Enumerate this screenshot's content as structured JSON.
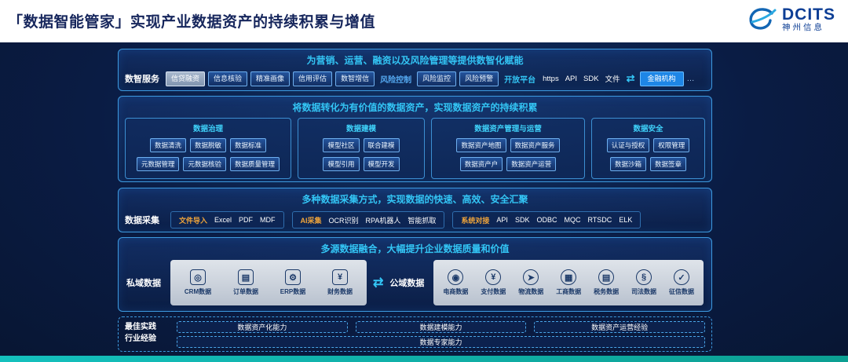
{
  "header": {
    "title": "「数据智能管家」实现产业数据资产的持续积累与增值",
    "logo": {
      "brand": "DCITS",
      "company": "神州信息"
    }
  },
  "service": {
    "title": "为营销、运营、融资以及风险管理等提供数智化赋能",
    "label": "数智服务",
    "buttons": [
      "信贷融资",
      "信息核验",
      "精准画像",
      "信用评估",
      "数智增信"
    ],
    "risk": {
      "label": "风险控制",
      "buttons": [
        "风险监控",
        "风险预警"
      ]
    },
    "platform": {
      "label": "开放平台",
      "channels": [
        "https",
        "API",
        "SDK",
        "文件"
      ],
      "arrow": "⇄",
      "target": "金融机构",
      "more": "…"
    }
  },
  "asset": {
    "title": "将数据转化为有价值的数据资产，实现数据资产的持续积累",
    "panels": [
      {
        "title": "数据治理",
        "rows": [
          [
            "数据清洗",
            "数据脱敏",
            "数据标准"
          ],
          [
            "元数据管理",
            "元数据核验",
            "数据质量管理"
          ]
        ]
      },
      {
        "title": "数据建模",
        "rows": [
          [
            "模型社区",
            "联合建模"
          ],
          [
            "模型引用",
            "模型开发"
          ]
        ]
      },
      {
        "title": "数据资产管理与运营",
        "rows": [
          [
            "数据资产地图",
            "数据资产服务"
          ],
          [
            "数据资产户",
            "数据资产运营"
          ]
        ]
      },
      {
        "title": "数据安全",
        "rows": [
          [
            "认证与授权",
            "权限管理"
          ],
          [
            "数据沙箱",
            "数据签章"
          ]
        ]
      }
    ]
  },
  "collect": {
    "title": "多种数据采集方式，实现数据的快速、高效、安全汇聚",
    "label": "数据采集",
    "groups": [
      {
        "lead": "文件导入",
        "items": [
          "Excel",
          "PDF",
          "MDF"
        ]
      },
      {
        "lead": "AI采集",
        "items": [
          "OCR识别",
          "RPA机器人",
          "智能抓取"
        ]
      },
      {
        "lead": "系统对接",
        "items": [
          "API",
          "SDK",
          "ODBC",
          "MQC",
          "RTSDC",
          "ELK"
        ]
      }
    ]
  },
  "fusion": {
    "title": "多源数据融合，大幅提升企业数据质量和价值",
    "link_arrow": "⇄",
    "private": {
      "label": "私域数据",
      "items": [
        {
          "name": "CRM数据",
          "glyph": "◎"
        },
        {
          "name": "订单数据",
          "glyph": "▤"
        },
        {
          "name": "ERP数据",
          "glyph": "⚙"
        },
        {
          "name": "财务数据",
          "glyph": "¥"
        }
      ]
    },
    "public": {
      "label": "公域数据",
      "items": [
        {
          "name": "电商数据",
          "glyph": "◉"
        },
        {
          "name": "支付数据",
          "glyph": "¥"
        },
        {
          "name": "物流数据",
          "glyph": "➤"
        },
        {
          "name": "工商数据",
          "glyph": "▦"
        },
        {
          "name": "税务数据",
          "glyph": "▤"
        },
        {
          "name": "司法数据",
          "glyph": "§"
        },
        {
          "name": "征信数据",
          "glyph": "✓"
        }
      ]
    }
  },
  "practice": {
    "label_line1": "最佳实践",
    "label_line2": "行业经验",
    "boxes": [
      "数据资产化能力",
      "数据建模能力",
      "数据资产运营经验"
    ],
    "wide_box": "数据专家能力"
  },
  "colors": {
    "accent_cyan": "#33c5f5",
    "navy_bg": "#0a1c44",
    "teal_bar": "#14c0bd",
    "orange_lead": "#f2a63a"
  }
}
